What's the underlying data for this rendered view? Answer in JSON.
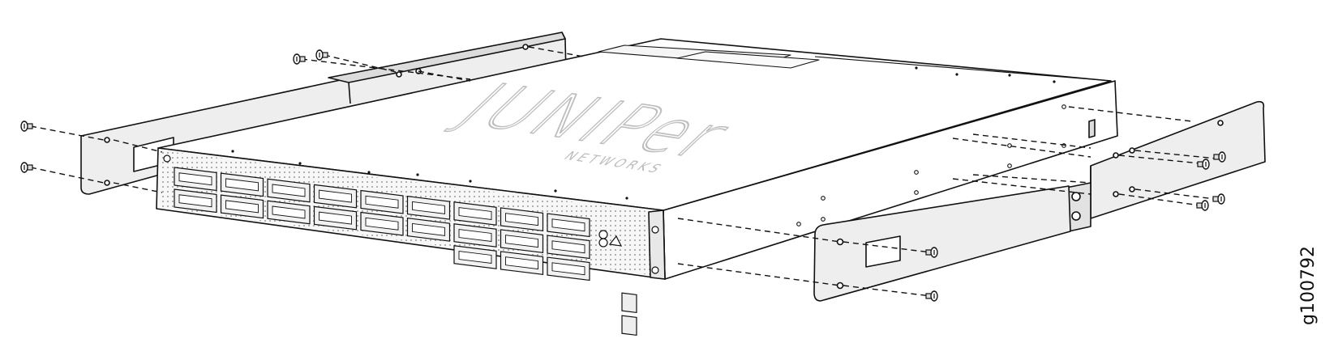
{
  "figure": {
    "id_label": "g100792",
    "brand_logo": {
      "name": "juniper-networks-logo",
      "word": "JUNIPer",
      "tagline": "NETWORKS"
    }
  },
  "colors": {
    "outline": "#111111",
    "bracket_fill": "#eeeeee",
    "body_fill": "#ffffff",
    "port_fill": "#f2f2f2",
    "logo": "#bdbdbd"
  }
}
